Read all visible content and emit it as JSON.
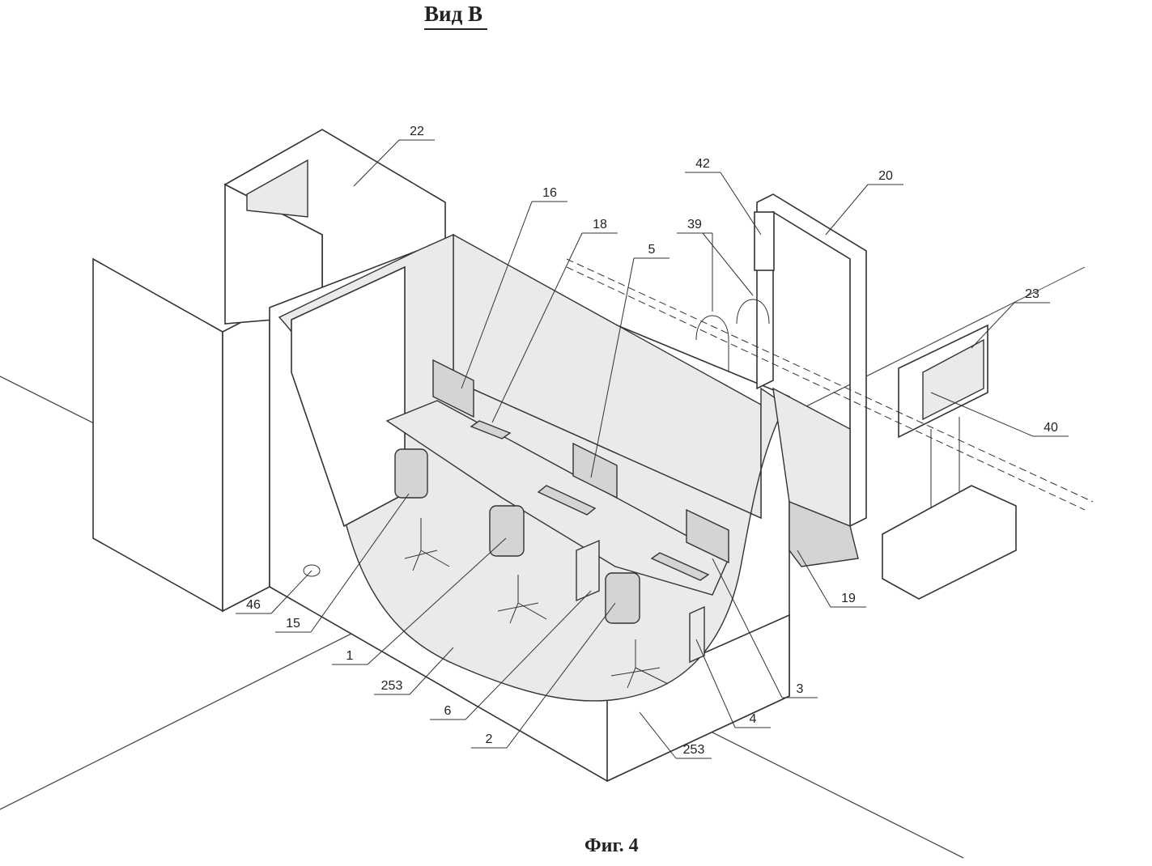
{
  "title": "Вид В",
  "caption": "Фиг. 4",
  "labels": {
    "l22": "22",
    "l16": "16",
    "l18": "18",
    "l5": "5",
    "l42": "42",
    "l39": "39",
    "l20": "20",
    "l23": "23",
    "l40": "40",
    "l19": "19",
    "l3": "3",
    "l4": "4",
    "l253a": "253",
    "l253b": "253",
    "l2": "2",
    "l6": "6",
    "l1": "1",
    "l15": "15",
    "l46": "46"
  }
}
